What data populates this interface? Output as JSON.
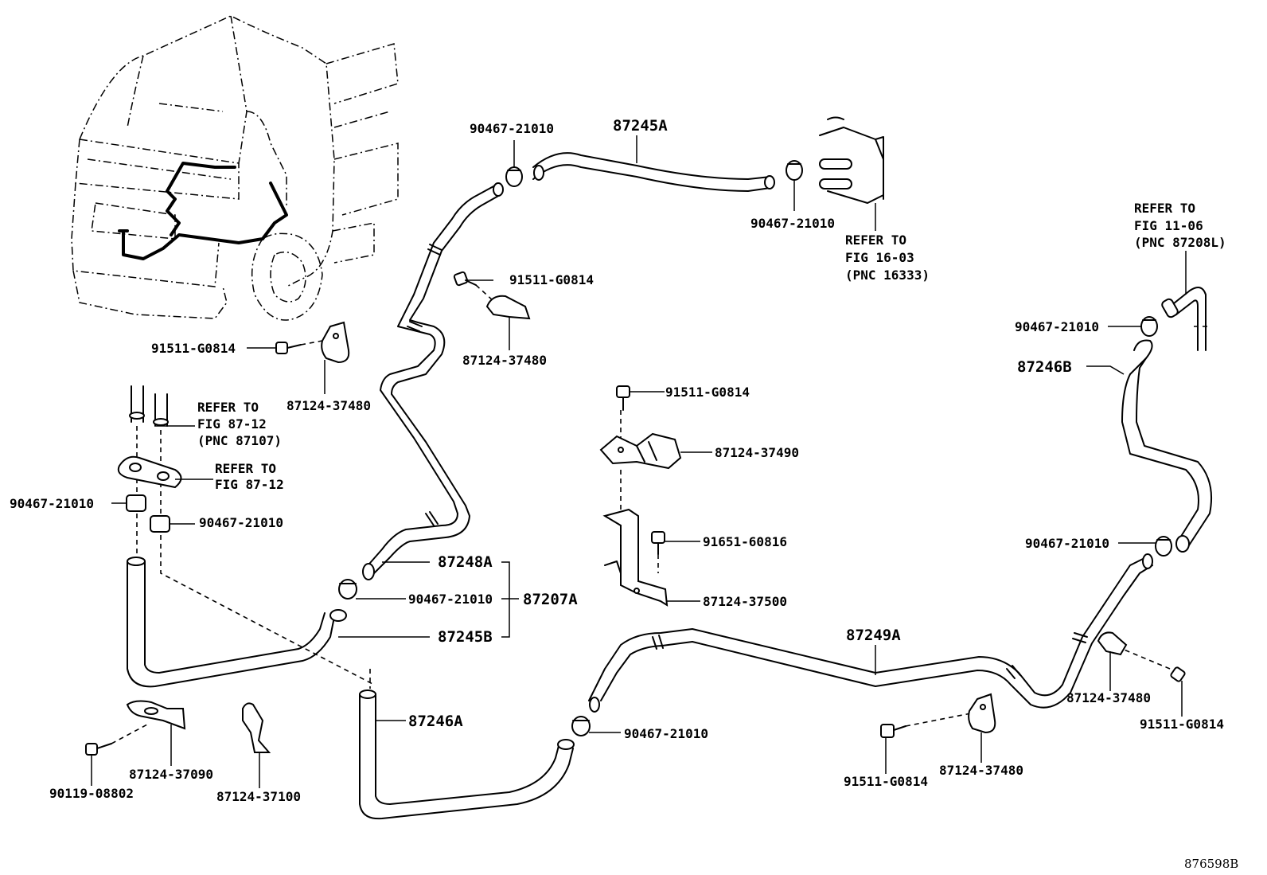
{
  "labels": {
    "p90467_a": "90467-21010",
    "p87245A": "87245A",
    "p90467_b": "90467-21010",
    "p91511_a": "91511-G0814",
    "p87124_37480_a": "87124-37480",
    "p91511_b": "91511-G0814",
    "p87124_37480_b": "87124-37480",
    "p91511_c": "91511-G0814",
    "p87124_37490": "87124-37490",
    "p91651": "91651-60816",
    "p87124_37500": "87124-37500",
    "p90467_c": "90467-21010",
    "p90467_d": "90467-21010",
    "p87248A": "87248A",
    "p90467_e": "90467-21010",
    "p87207A": "87207A",
    "p87245B": "87245B",
    "p87246A": "87246A",
    "p90467_f": "90467-21010",
    "p87124_37090": "87124-37090",
    "p90119": "90119-08802",
    "p87124_37100": "87124-37100",
    "p87249A": "87249A",
    "p91511_d": "91511-G0814",
    "p87124_37480_c": "87124-37480",
    "p87124_37480_d": "87124-37480",
    "p91511_e": "91511-G0814",
    "p90467_g": "90467-21010",
    "p87246B": "87246B",
    "p90467_h": "90467-21010"
  },
  "refs": {
    "fig1603": [
      "REFER TO",
      "FIG 16-03",
      "(PNC 16333)"
    ],
    "fig1106": [
      "REFER TO",
      "FIG 11-06",
      "(PNC 87208L)"
    ],
    "fig8712a": [
      "REFER TO",
      "FIG 87-12",
      "(PNC 87107)"
    ],
    "fig8712b": [
      "REFER TO",
      "FIG 87-12"
    ]
  },
  "figure_id": "876598B"
}
